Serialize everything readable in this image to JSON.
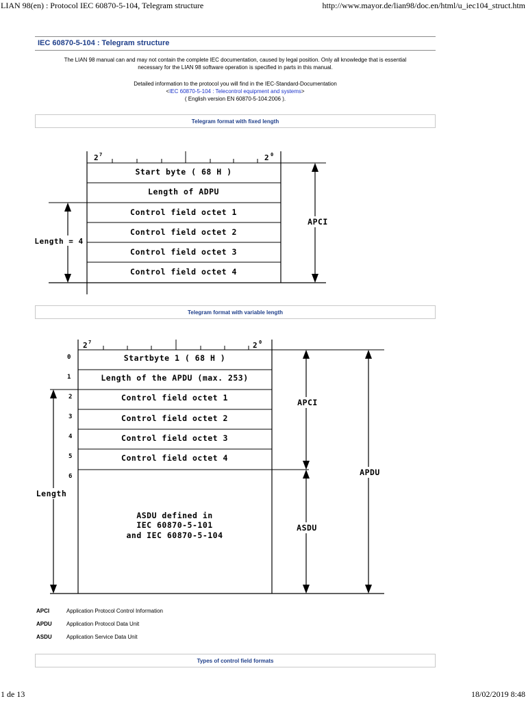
{
  "print_header": {
    "left": "LIAN 98(en) : Protocol IEC 60870-5-104, Telegram structure",
    "right": "http://www.mayor.de/lian98/doc.en/html/u_iec104_struct.htm"
  },
  "print_footer": {
    "left": "1 de 13",
    "right": "18/02/2019 8:48"
  },
  "title": "IEC 60870-5-104 : Telegram structure",
  "intro": {
    "line1": "The LIAN 98 manual can and may not contain the complete IEC documentation, caused by legal position. Only all knowledge that is essential",
    "line2": "necessary for the LIAN 98 software operation is specified in parts in this manual.",
    "line3": "Detailed information to the protocol you will find in the IEC-Standard-Documentation",
    "link_prefix": "<",
    "link_text": "IEC 60870-5-104 : Telecontrol equipment and systems",
    "link_suffix": ">",
    "line5": "( English version EN 60870-5-104:2006 )."
  },
  "section_fixed": "Telegram format with fixed length",
  "section_variable": "Telegram format with variable length",
  "section_control": "Types of control field formats",
  "fixed_diagram": {
    "bit_high": "2",
    "bit_high_exp": "7",
    "bit_low": "2",
    "bit_low_exp": "0",
    "rows": [
      "Start byte ( 68 H )",
      "Length of ADPU",
      "Control field octet 1",
      "Control field octet 2",
      "Control field octet 3",
      "Control field octet 4"
    ],
    "apci_label": "APCI",
    "length_label": "Length = 4"
  },
  "variable_diagram": {
    "bit_high": "2",
    "bit_high_exp": "7",
    "bit_low": "2",
    "bit_low_exp": "0",
    "row_numbers": [
      "0",
      "1",
      "2",
      "3",
      "4",
      "5",
      "6"
    ],
    "rows": [
      "Startbyte 1  ( 68 H )",
      "Length of the APDU (max. 253)",
      "Control field octet 1",
      "Control field octet 2",
      "Control field octet 3",
      "Control field octet 4"
    ],
    "asdu_lines": [
      "ASDU defined in",
      "IEC 60870-5-101",
      "and IEC 60870-5-104"
    ],
    "apci_label": "APCI",
    "asdu_label": "ASDU",
    "apdu_label": "APDU",
    "length_label": "Length"
  },
  "legend": [
    {
      "abbr": "APCI",
      "desc": "Application Protocol Control Information"
    },
    {
      "abbr": "APDU",
      "desc": "Application Protocol Data Unit"
    },
    {
      "abbr": "ASDU",
      "desc": "Application Service Data Unit"
    }
  ]
}
